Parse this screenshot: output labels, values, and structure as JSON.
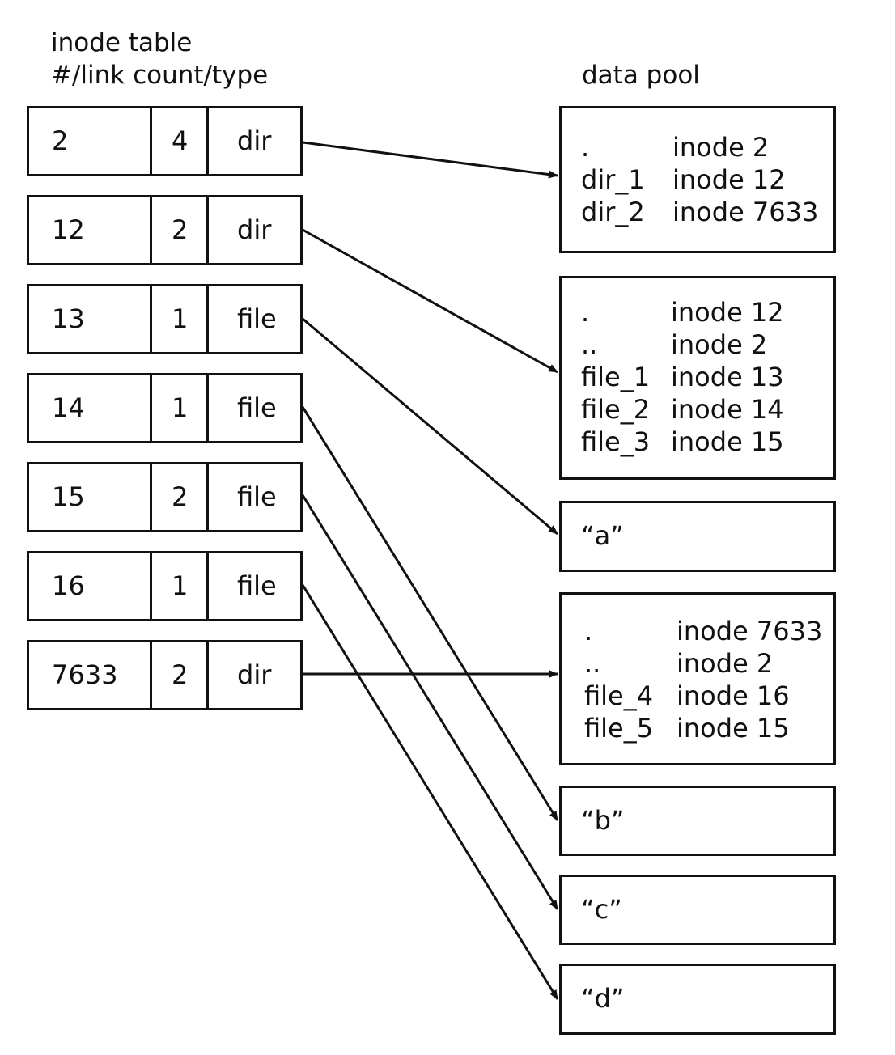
{
  "headings": {
    "inode_table_title": "inode table",
    "inode_table_columns": "#/link count/type",
    "data_pool_title": "data pool"
  },
  "inodes": [
    {
      "number": "2",
      "link_count": "4",
      "type": "dir"
    },
    {
      "number": "12",
      "link_count": "2",
      "type": "dir"
    },
    {
      "number": "13",
      "link_count": "1",
      "type": "file"
    },
    {
      "number": "14",
      "link_count": "1",
      "type": "file"
    },
    {
      "number": "15",
      "link_count": "2",
      "type": "file"
    },
    {
      "number": "16",
      "link_count": "1",
      "type": "file"
    },
    {
      "number": "7633",
      "link_count": "2",
      "type": "dir"
    }
  ],
  "data_pool": [
    {
      "entries": [
        {
          "name": ".",
          "target": "inode 2"
        },
        {
          "name": "dir_1",
          "target": "inode 12"
        },
        {
          "name": "dir_2",
          "target": "inode 7633"
        }
      ]
    },
    {
      "entries": [
        {
          "name": ".",
          "target": "inode 12"
        },
        {
          "name": "..",
          "target": "inode 2"
        },
        {
          "name": "file_1",
          "target": "inode 13"
        },
        {
          "name": "file_2",
          "target": "inode 14"
        },
        {
          "name": "file_3",
          "target": "inode 15"
        }
      ]
    },
    {
      "content": "“a”"
    },
    {
      "entries": [
        {
          "name": ".",
          "target": "inode 7633"
        },
        {
          "name": "..",
          "target": "inode 2"
        },
        {
          "name": "file_4",
          "target": "inode 16"
        },
        {
          "name": "file_5",
          "target": "inode 15"
        }
      ]
    },
    {
      "content": "“b”"
    },
    {
      "content": "“c”"
    },
    {
      "content": "“d”"
    }
  ],
  "links": [
    {
      "from_inode": "2",
      "to_block": 0
    },
    {
      "from_inode": "12",
      "to_block": 1
    },
    {
      "from_inode": "13",
      "to_block": 2
    },
    {
      "from_inode": "14",
      "to_block": 4
    },
    {
      "from_inode": "15",
      "to_block": 5
    },
    {
      "from_inode": "16",
      "to_block": 6
    },
    {
      "from_inode": "7633",
      "to_block": 3
    }
  ]
}
